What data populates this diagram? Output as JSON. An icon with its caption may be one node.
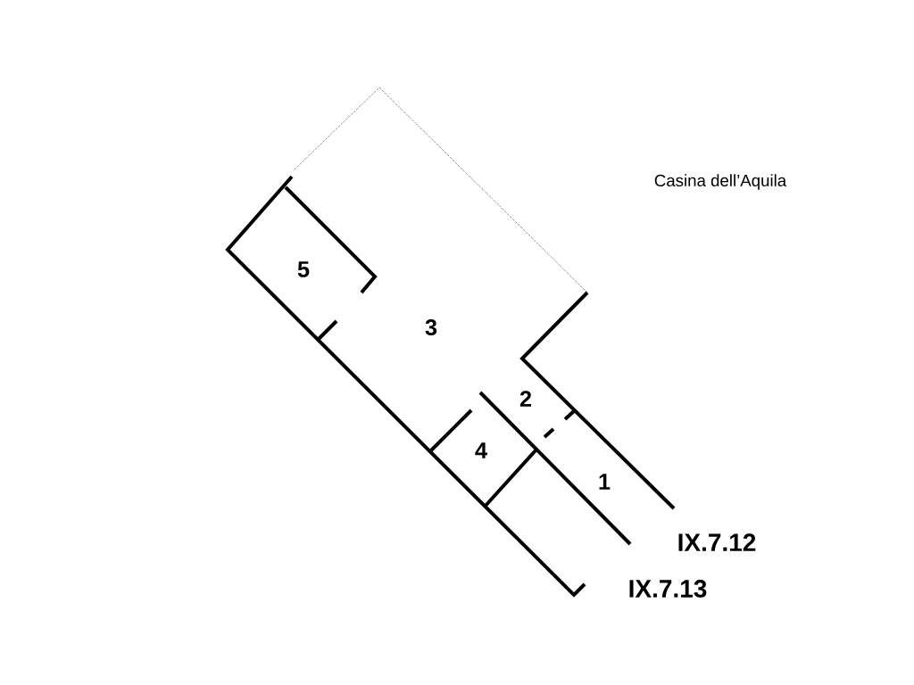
{
  "diagram": {
    "labels": [
      "Casina dell’Aquila",
      "5",
      "3",
      "2",
      "4",
      "1",
      "IX.7.12",
      "IX.7.13"
    ]
  }
}
